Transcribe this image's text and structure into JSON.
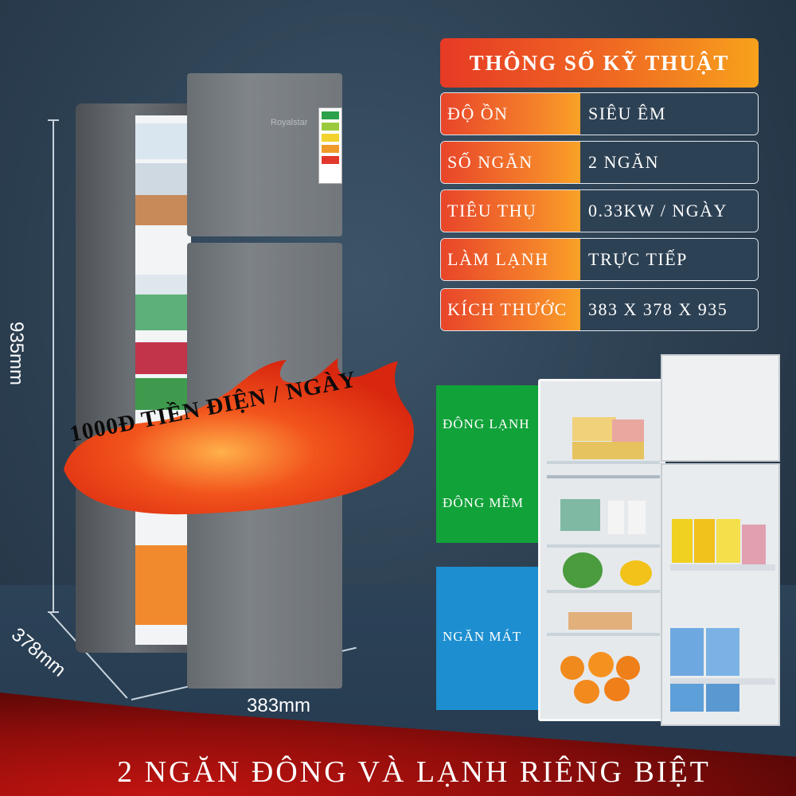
{
  "spec_table": {
    "title": "THÔNG SỐ KỸ THUẬT",
    "rows": [
      {
        "label": "ĐỘ ỒN",
        "value": "SIÊU ÊM"
      },
      {
        "label": "SỐ NGĂN",
        "value": "2 NGĂN"
      },
      {
        "label": "TIÊU THỤ",
        "value": "0.33KW / NGÀY"
      },
      {
        "label": "LÀM LẠNH",
        "value": "TRỰC TIẾP"
      },
      {
        "label": "KÍCH THƯỚC",
        "value": "383 X 378 X 935"
      }
    ]
  },
  "dimensions": {
    "height": "935mm",
    "depth": "378mm",
    "width": "383mm"
  },
  "badge": {
    "text": "1000Đ TIỀN ĐIỆN / NGÀY"
  },
  "compartments": {
    "freezer": "ĐÔNG LẠNH",
    "soft_freeze": "ĐÔNG MỀM",
    "cooler": "NGĂN MÁT"
  },
  "footer": {
    "text": "2 NGĂN ĐÔNG VÀ LẠNH RIÊNG BIỆT"
  },
  "colors": {
    "accent_orange": "#f06a22",
    "accent_red": "#e63a25",
    "zone_green": "#12a23a",
    "zone_blue": "#1d8fd0",
    "background": "#2b3e50"
  }
}
